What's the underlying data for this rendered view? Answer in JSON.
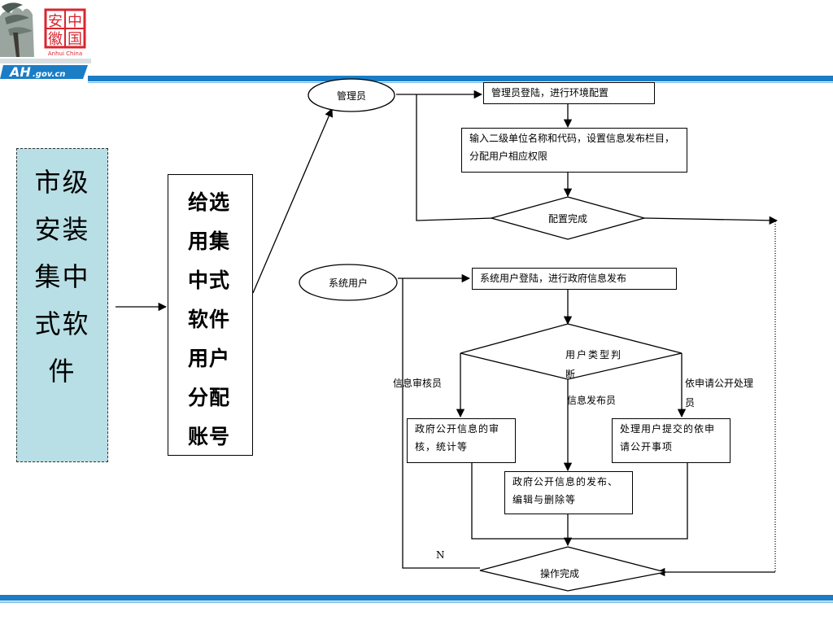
{
  "logo": {
    "characters": [
      "安",
      "中",
      "徽",
      "国"
    ],
    "brand_text": "Anhui China",
    "domain": "AH.gov.cn"
  },
  "left": {
    "city_box_text": "市级安装集中式软件",
    "assign_box_text": "给选用集中式软件用户分配账号"
  },
  "admin_flow": {
    "actor": "管理员",
    "step1": "管理员登陆，进行环境配置",
    "step2": "输入二级单位名称和代码，设置信息发布栏目，分配用户相应权限",
    "decision": "配置完成"
  },
  "user_flow": {
    "actor": "系统用户",
    "step1": "系统用户登陆，进行政府信息发布",
    "decision": "用户类型判断",
    "branch_left_label": "信息审核员",
    "branch_middle_label": "信息发布员",
    "branch_right_label": "依申请公开处理员",
    "box_left": "政府公开信息的审核，统计等",
    "box_middle": "政府公开信息的发布、编辑与删除等",
    "box_right": "处理用户提交的依申请公开事项",
    "final_decision": "操作完成",
    "loop_label": "N"
  },
  "colors": {
    "blue_bar": "#1a7dc6",
    "city_box_fill": "#b8dfe5",
    "logo_red": "#d8262e"
  }
}
